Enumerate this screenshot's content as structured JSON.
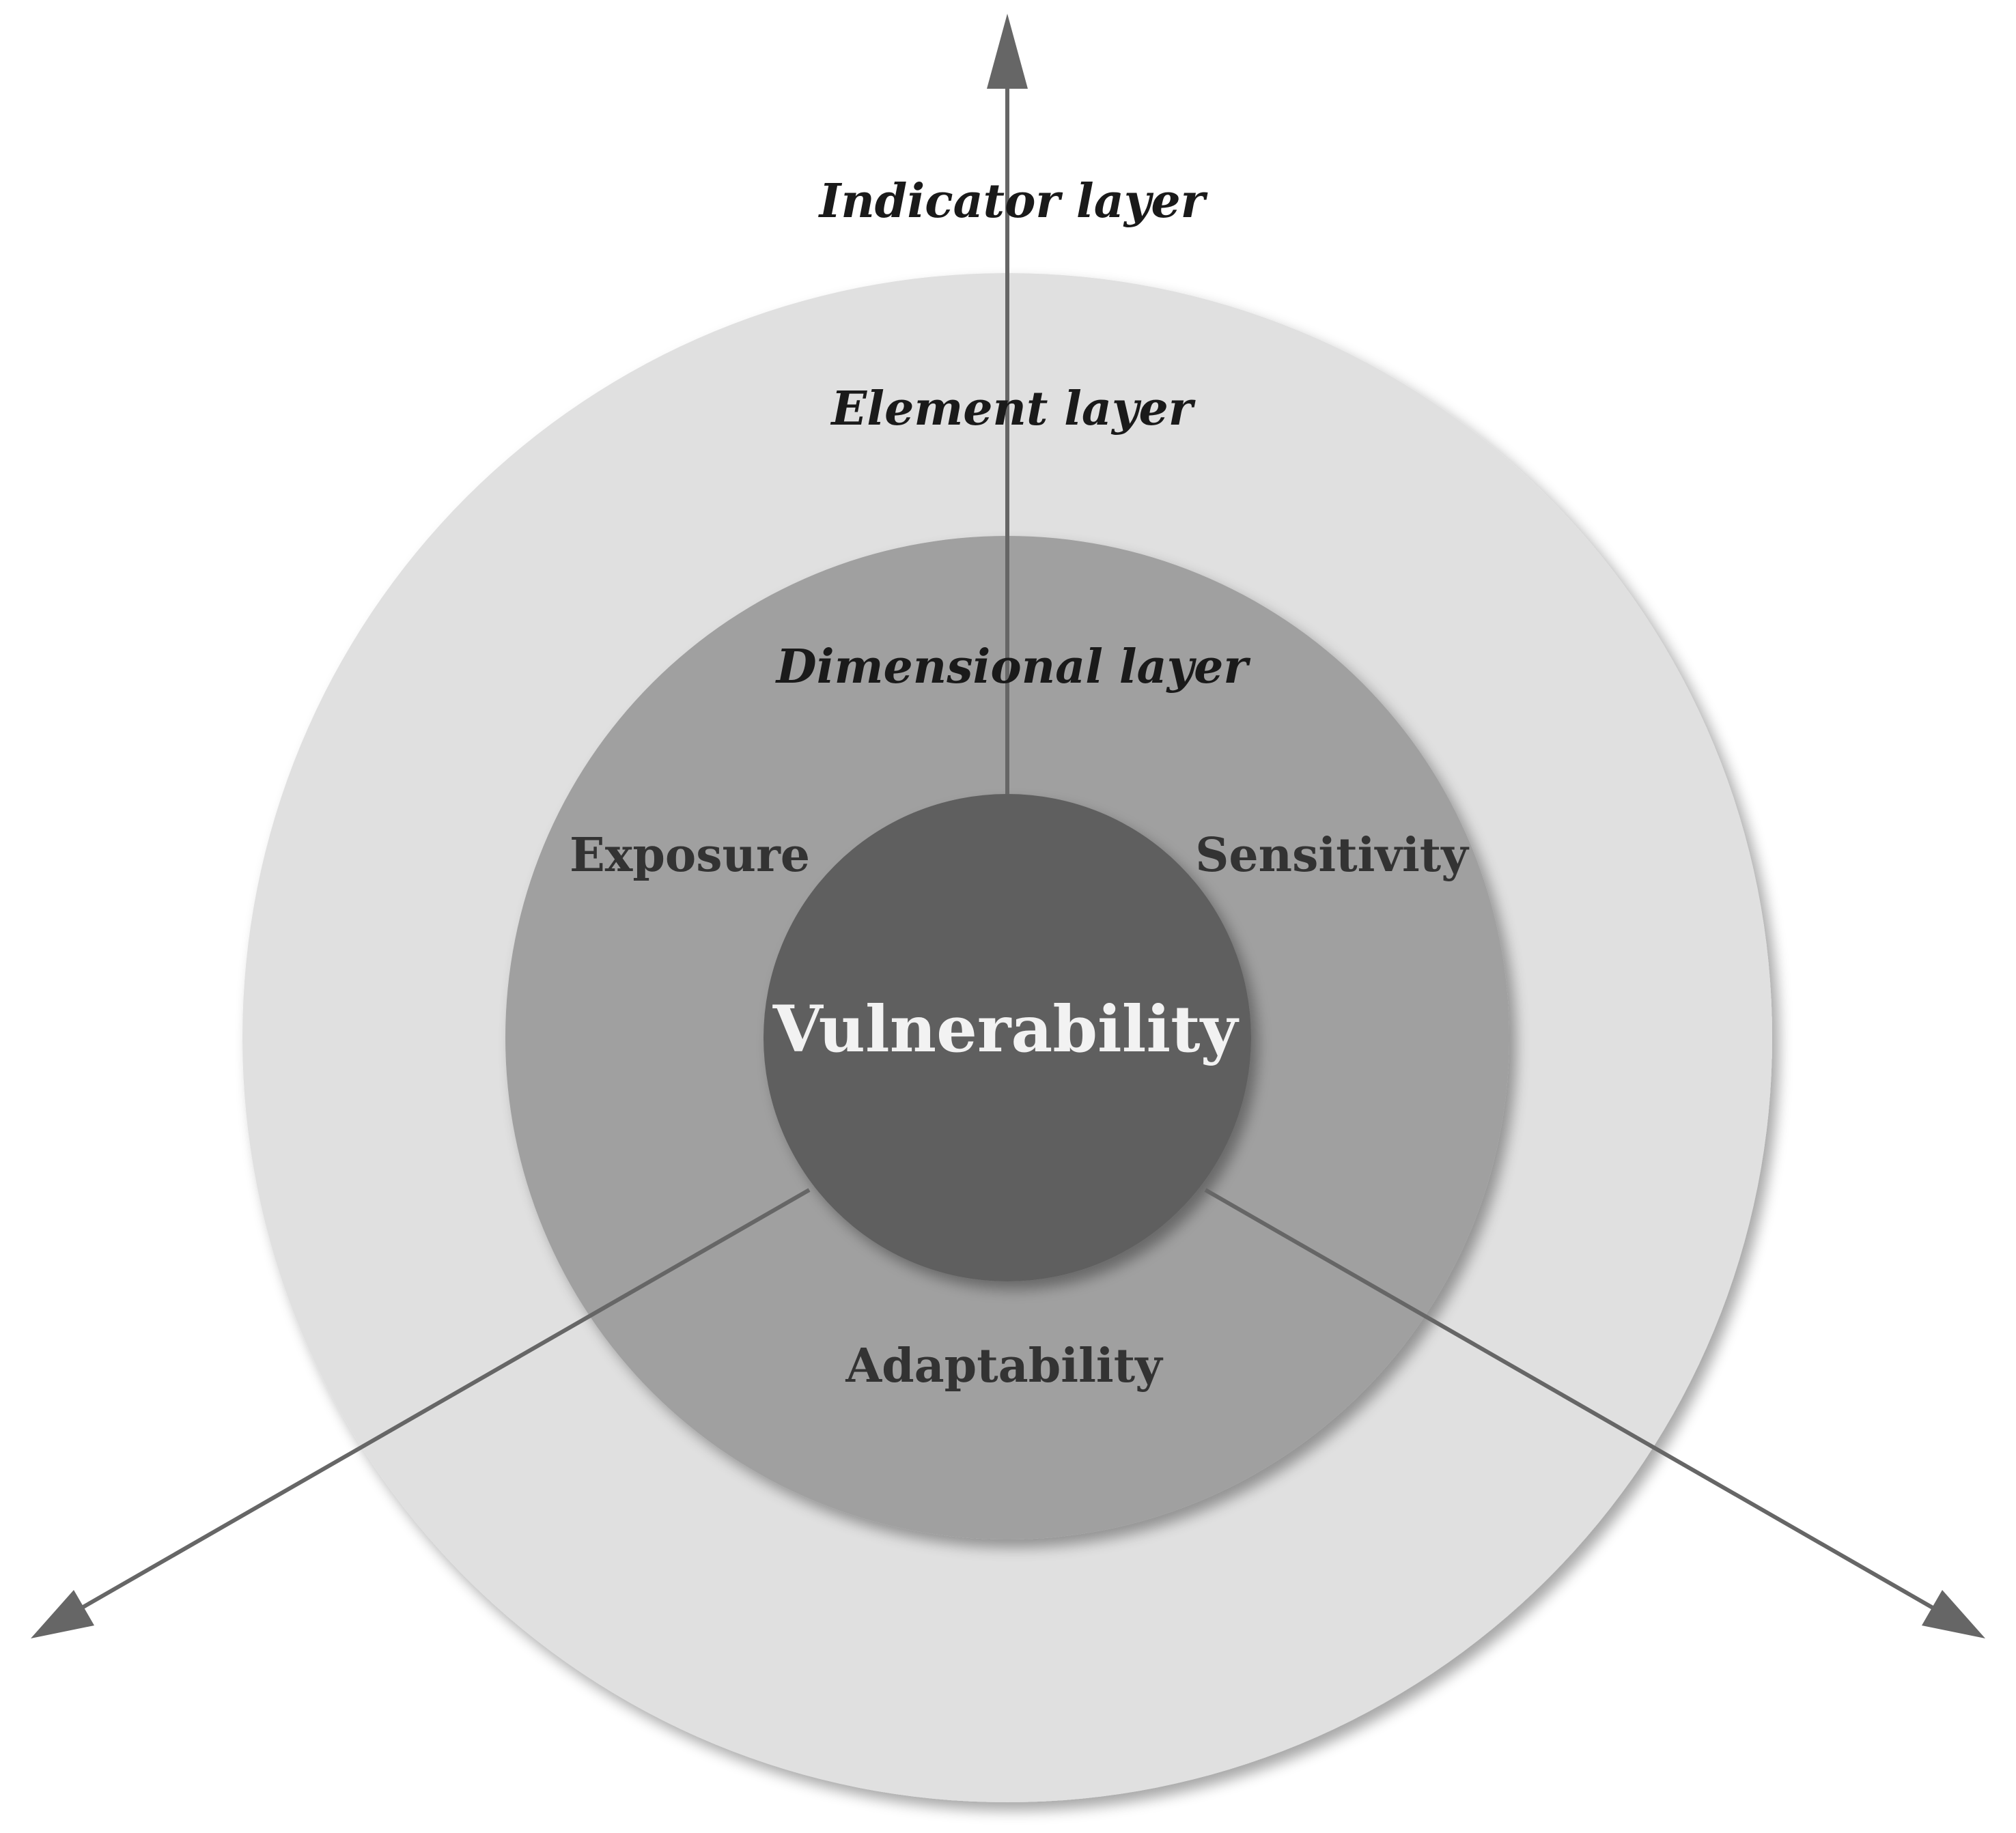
{
  "diagram": {
    "layers": {
      "indicator": "Indicator layer",
      "element": "Element layer",
      "dimensional": "Dimensional layer"
    },
    "dimensions": {
      "exposure": "Exposure",
      "sensitivity": "Sensitivity",
      "adaptability": "Adaptability"
    },
    "core": "Vulnerability",
    "colors": {
      "outer_ring": "#e0e0e0",
      "middle_ring": "#a0a0a0",
      "core": "#5f5f5f",
      "arrows": "#666666"
    }
  }
}
